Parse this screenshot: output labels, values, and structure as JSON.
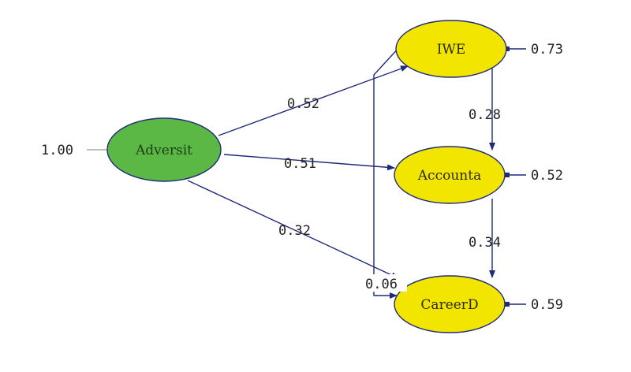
{
  "colors": {
    "path": "#1f2a7a",
    "latent_fill": "#5cb845",
    "latent_text": "#1a3d1a",
    "observed_fill": "#f2e600",
    "observed_text": "#2a2a10",
    "outline": "#1f2a7a",
    "label": "#222222",
    "fixed_line": "#999999"
  },
  "nodes": {
    "adversit": {
      "label": "Adversit",
      "variance": "1.00"
    },
    "iwe": {
      "label": "IWE",
      "error": "0.73"
    },
    "accounta": {
      "label": "Accounta",
      "error": "0.52"
    },
    "careerd": {
      "label": "CareerD",
      "error": "0.59"
    }
  },
  "paths": {
    "adversit_iwe": "0.52",
    "adversit_accounta": "0.51",
    "adversit_careerd": "0.32",
    "iwe_accounta": "0.28",
    "accounta_careerd": "0.34",
    "iwe_careerd": "0.06"
  }
}
